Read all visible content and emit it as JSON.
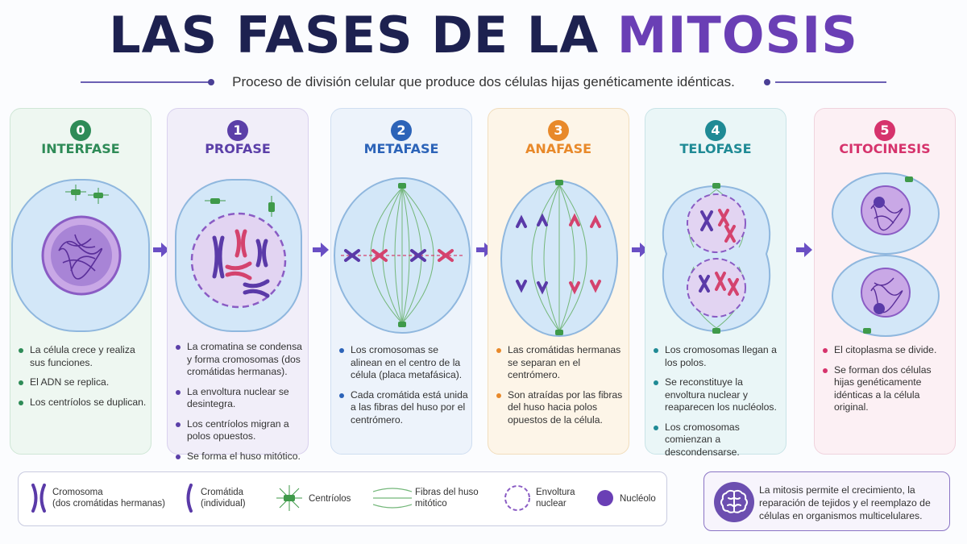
{
  "header": {
    "title_main": "LAS FASES DE LA ",
    "title_accent": "MITOSIS",
    "subtitle": "Proceso de división celular que produce dos células hijas genéticamente idénticas."
  },
  "phases": [
    {
      "number": "0",
      "name": "INTERFASE",
      "color": "#2e8b57",
      "bullets": [
        "La célula crece y realiza sus funciones.",
        "El ADN se replica.",
        "Los centríolos se duplican."
      ]
    },
    {
      "number": "1",
      "name": "PROFASE",
      "color": "#5b3fa8",
      "bullets": [
        "La cromatina se condensa y forma cromosomas (dos cromátidas hermanas).",
        "La envoltura nuclear se desintegra.",
        "Los centríolos migran a polos opuestos.",
        "Se forma el huso mitótico."
      ]
    },
    {
      "number": "2",
      "name": "METAFASE",
      "color": "#2c63b8",
      "bullets": [
        "Los cromosomas se alinean en el centro de la célula (placa metafásica).",
        "Cada cromátida está unida a las fibras del huso por el centrómero."
      ]
    },
    {
      "number": "3",
      "name": "ANAFASE",
      "color": "#e8892a",
      "bullets": [
        "Las cromátidas hermanas se separan en el centrómero.",
        "Son atraídas por las fibras del huso hacia polos opuestos de la célula."
      ]
    },
    {
      "number": "4",
      "name": "TELOFASE",
      "color": "#1f8a95",
      "bullets": [
        "Los cromosomas llegan a los polos.",
        "Se reconstituye la envoltura nuclear y reaparecen los nucléolos.",
        "Los cromosomas comienzan a descondensarse."
      ]
    },
    {
      "number": "5",
      "name": "CITOCINESIS",
      "color": "#d6336c",
      "bullets": [
        "El citoplasma se divide.",
        "Se forman dos células hijas genéticamente idénticas a la célula original."
      ]
    }
  ],
  "legend": {
    "chromosome": [
      "Cromosoma",
      "(dos cromátidas hermanas)"
    ],
    "chromatid": [
      "Cromátida",
      "(individual)"
    ],
    "centrioles": "Centríolos",
    "fibers": [
      "Fibras del huso",
      "mitótico"
    ],
    "envelope": [
      "Envoltura",
      "nuclear"
    ],
    "nucleolus": "Nucléolo"
  },
  "note": "La mitosis permite el crecimiento, la reparación de tejidos y el reemplazo de células en organismos multicelulares.",
  "colors": {
    "accent": "#6a3fb5",
    "navy": "#1d2150",
    "arrow": "#6a4fc4",
    "chrom_purple": "#5a3aa8",
    "chrom_pink": "#d4436e",
    "centriole": "#3f9a4a"
  },
  "icons": {
    "arrow": "arrow-right-icon",
    "brain": "brain-icon"
  }
}
